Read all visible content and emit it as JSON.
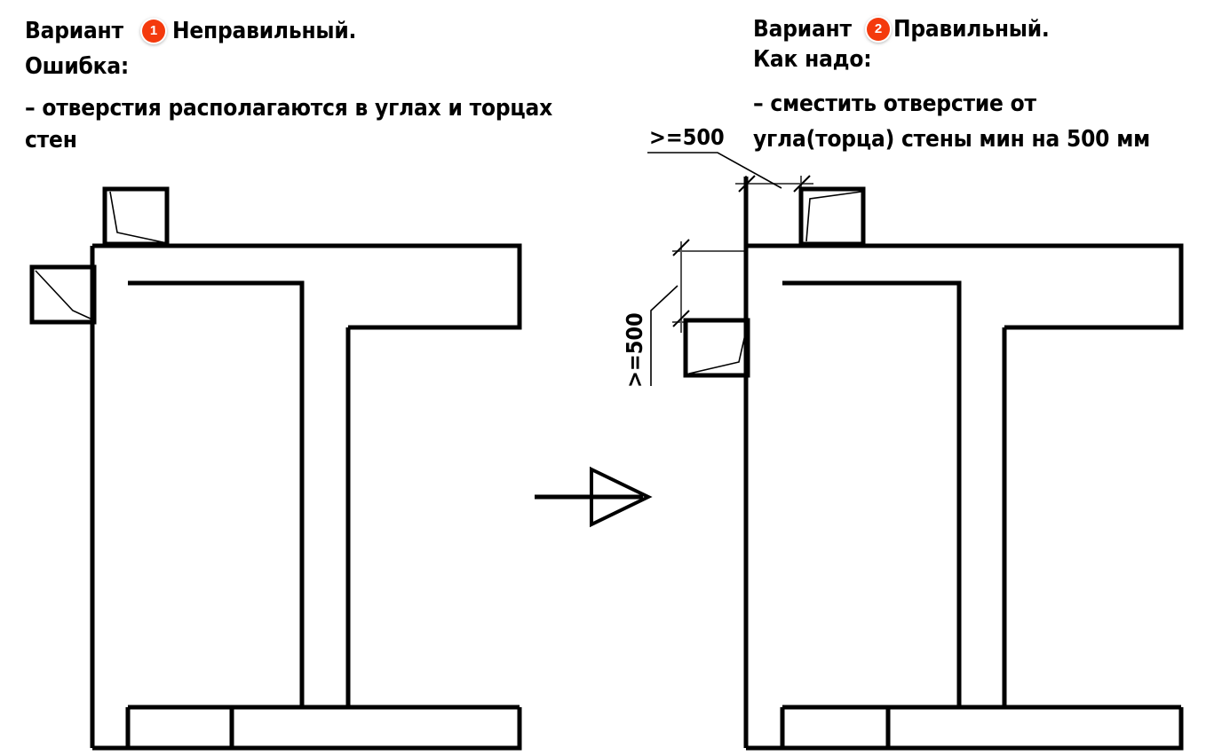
{
  "panels": {
    "left": {
      "heading_prefix": "Вариант",
      "badge_number": "1",
      "heading_suffix": "Неправильный.",
      "subheading": "Ошибка:",
      "body_line1": "– отверстия располагаются в углах и торцах",
      "body_line2": "стен"
    },
    "right": {
      "heading_prefix": "Вариант",
      "badge_number": "2",
      "heading_suffix": "Правильный.",
      "subheading": "Как надо:",
      "body_line1": "– сместить отверстие от",
      "body_line2": "угла(торца) стены мин на 500 мм"
    }
  },
  "dimensions": {
    "horizontal_label": ">=500",
    "vertical_label": ">=500"
  },
  "transition": {
    "arrow_name": "transition-arrow"
  },
  "colors": {
    "badge_fill": "#f43a0d",
    "badge_text": "#ffffff",
    "line": "#000000",
    "dimension_line": "#555555",
    "background": "#ffffff"
  },
  "drawing": {
    "left_plan_name": "wall-plan-incorrect",
    "right_plan_name": "wall-plan-correct",
    "opening_top_label": "opening-top",
    "opening_side_label": "opening-side"
  }
}
